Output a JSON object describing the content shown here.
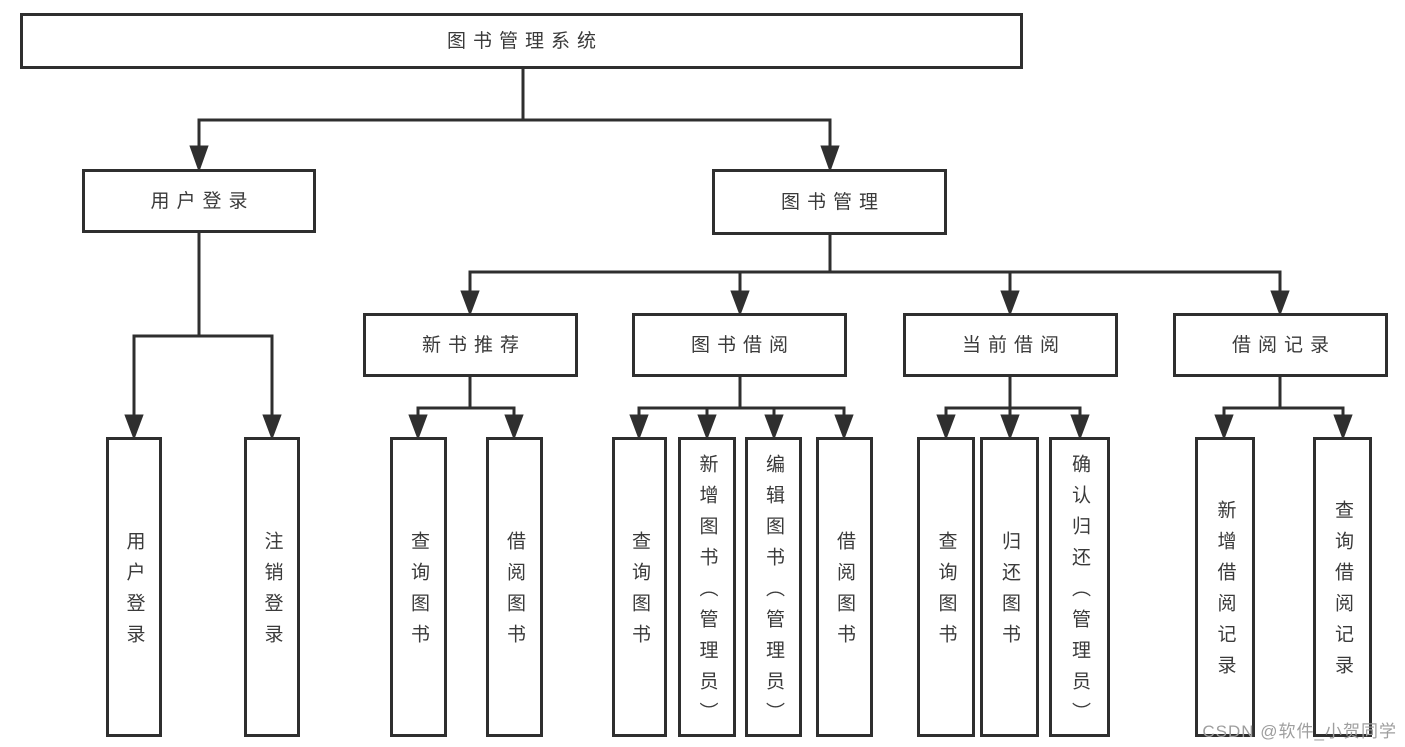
{
  "diagram_title": "图书管理系统",
  "tree": {
    "root": {
      "label": "图书管理系统"
    },
    "login": {
      "label": "用户登录",
      "leaves": [
        {
          "label": "用户登录"
        },
        {
          "label": "注销登录"
        }
      ]
    },
    "management": {
      "label": "图书管理",
      "modules": [
        {
          "label": "新书推荐",
          "leaves": [
            {
              "label": "查询图书"
            },
            {
              "label": "借阅图书"
            }
          ]
        },
        {
          "label": "图书借阅",
          "leaves": [
            {
              "label": "查询图书"
            },
            {
              "label": "新增图书（管理员）"
            },
            {
              "label": "编辑图书（管理员）"
            },
            {
              "label": "借阅图书"
            }
          ]
        },
        {
          "label": "当前借阅",
          "leaves": [
            {
              "label": "查询图书"
            },
            {
              "label": "归还图书"
            },
            {
              "label": "确认归还（管理员）"
            }
          ]
        },
        {
          "label": "借阅记录",
          "leaves": [
            {
              "label": "新增借阅记录"
            },
            {
              "label": "查询借阅记录"
            }
          ]
        }
      ]
    }
  },
  "watermark": {
    "text": "CSDN @软件_小贺同学"
  },
  "colors": {
    "line": "#2f2f2f",
    "text": "#3a3a3a",
    "watermark": "#9e9e9e",
    "background": "#ffffff"
  }
}
